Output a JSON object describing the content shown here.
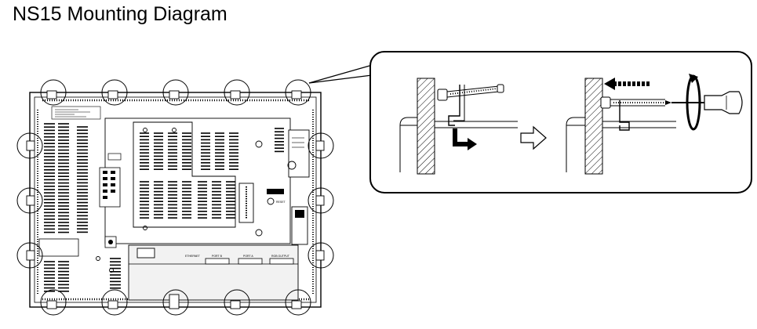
{
  "title": "NS15 Mounting Diagram",
  "panel_labels": {
    "ethernet": "ETHERNET",
    "port_b": "PORT B",
    "port_a": "PORT A",
    "rgb_output": "RGB OUTPUT",
    "reset": "RESET"
  },
  "icons": {
    "mounting_bracket_positions": "circle-outline",
    "arrow_push_down": "bent-arrow-icon",
    "arrow_next_step": "hollow-right-arrow-icon",
    "arrow_insert": "dashed-left-arrow-icon",
    "screw_rotation": "rotation-arrow-icon"
  },
  "colors": {
    "line": "#000000",
    "background": "#ffffff",
    "panel_fill": "#f2f2f2"
  }
}
